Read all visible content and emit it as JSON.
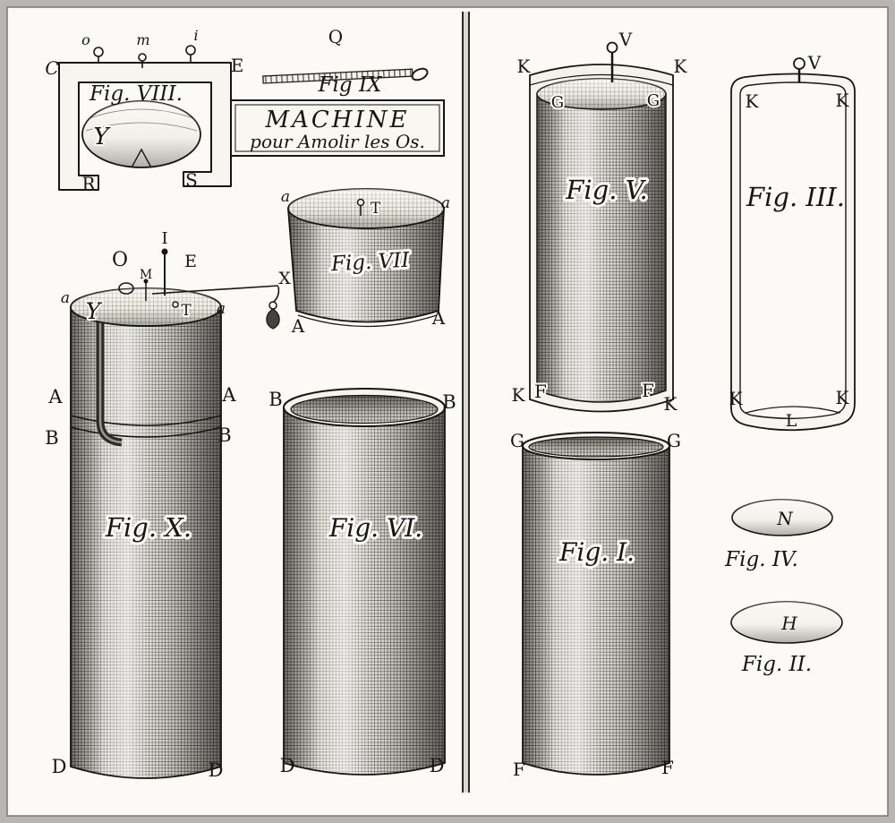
{
  "plate": {
    "machine_title": "MACHINE",
    "machine_subtitle": "pour Amolir les Os."
  },
  "fig8": {
    "caption": "Fig. VIII.",
    "o": "o",
    "m": "m",
    "i": "i",
    "c": "C",
    "e": "E",
    "y": "Y",
    "r": "R",
    "s": "S"
  },
  "fig9": {
    "caption": "Fig IX",
    "q": "Q"
  },
  "fig10": {
    "caption": "Fig. X.",
    "o": "O",
    "i": "I",
    "e": "E",
    "m": "M",
    "x": "X",
    "rim_a_left": "a",
    "rim_a_right": "a",
    "y": "Y",
    "t": "T",
    "mid_A_left": "A",
    "mid_A_right": "A",
    "b_left": "B",
    "b_right": "B",
    "d_left": "D",
    "d_right": "D"
  },
  "fig7": {
    "caption": "Fig. VII",
    "rim_a_left": "a",
    "t": "T",
    "rim_a_right": "a",
    "A_left": "A",
    "A_right": "A"
  },
  "fig6": {
    "caption": "Fig. VI.",
    "b_left": "B",
    "b_right": "B",
    "d_left": "D",
    "d_right": "D"
  },
  "fig5": {
    "caption": "Fig. V.",
    "v": "V",
    "k_tl": "K",
    "k_tr": "K",
    "g_left": "G",
    "g_right": "G",
    "k_bl": "K",
    "f_bl": "F",
    "f_br": "F",
    "k_br": "K"
  },
  "fig3": {
    "caption": "Fig. III.",
    "v": "V",
    "k_tl": "K",
    "k_tr": "K",
    "k_bl": "K",
    "k_br": "K",
    "l": "L"
  },
  "fig1": {
    "caption": "Fig. I.",
    "g_left": "G",
    "g_right": "G",
    "f_left": "F",
    "f_right": "F"
  },
  "fig4": {
    "caption": "Fig. IV.",
    "n": "N"
  },
  "fig2": {
    "caption": "Fig. II.",
    "h": "H"
  }
}
